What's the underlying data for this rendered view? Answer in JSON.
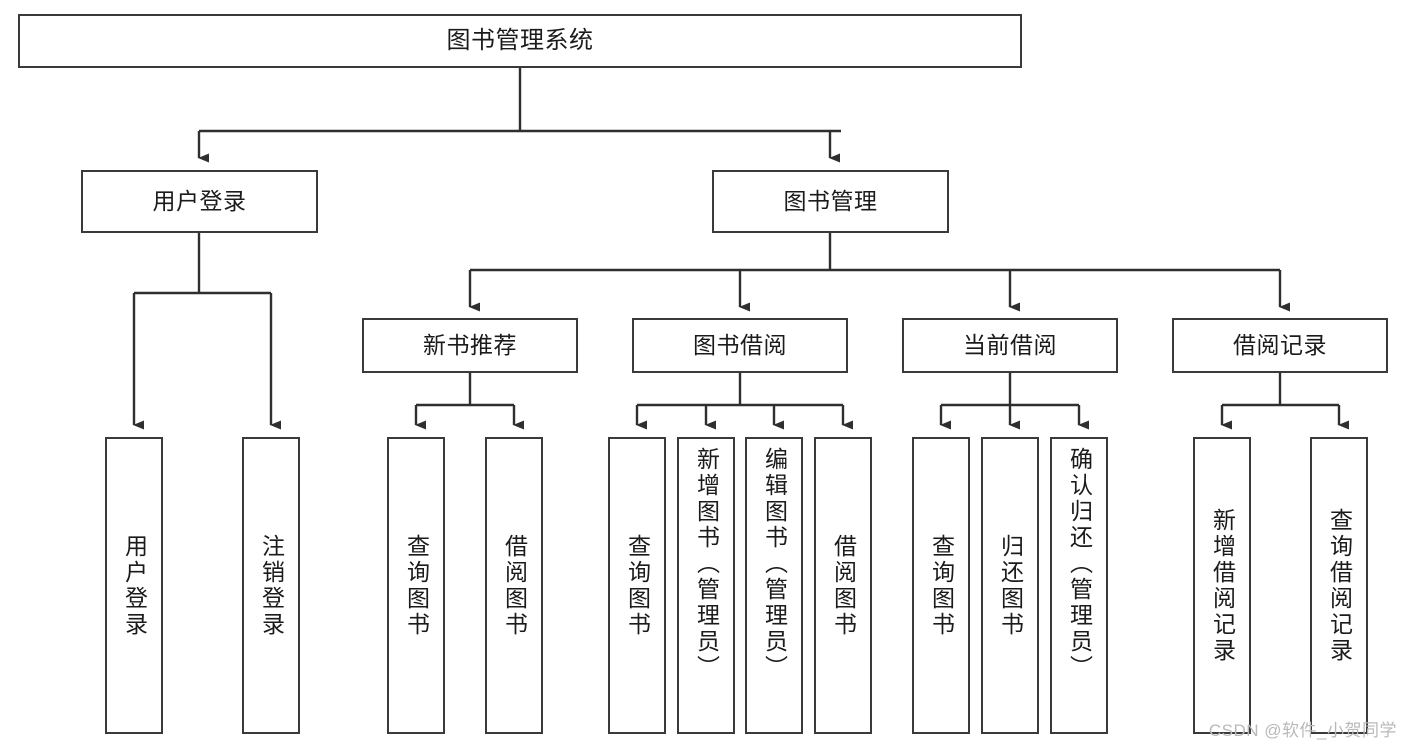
{
  "diagram": {
    "type": "tree",
    "title": "图书管理系统",
    "orientation": "top-down",
    "colors": {
      "background": "#ffffff",
      "node_border": "#3a3a3a",
      "node_fill": "#ffffff",
      "connector": "#2f2f2f",
      "text": "#1b1b1b",
      "watermark": "#b9b9b9"
    }
  },
  "root": {
    "label": "图书管理系统"
  },
  "level2": [
    {
      "label": "用户登录"
    },
    {
      "label": "图书管理"
    }
  ],
  "level3": [
    {
      "label": "新书推荐"
    },
    {
      "label": "图书借阅"
    },
    {
      "label": "当前借阅"
    },
    {
      "label": "借阅记录"
    }
  ],
  "leaves": {
    "user_login": [
      {
        "label": "用户登录"
      },
      {
        "label": "注销登录"
      }
    ],
    "new_book": [
      {
        "label": "查询图书"
      },
      {
        "label": "借阅图书"
      }
    ],
    "book_borrow": [
      {
        "label": "查询图书"
      },
      {
        "label": "新增图书（管理员）"
      },
      {
        "label": "编辑图书（管理员）"
      },
      {
        "label": "借阅图书"
      }
    ],
    "current_borrow": [
      {
        "label": "查询图书"
      },
      {
        "label": "归还图书"
      },
      {
        "label": "确认归还（管理员）"
      }
    ],
    "borrow_record": [
      {
        "label": "新增借阅记录"
      },
      {
        "label": "查询借阅记录"
      }
    ]
  },
  "watermark": {
    "text": "CSDN @软件_小贺同学"
  }
}
